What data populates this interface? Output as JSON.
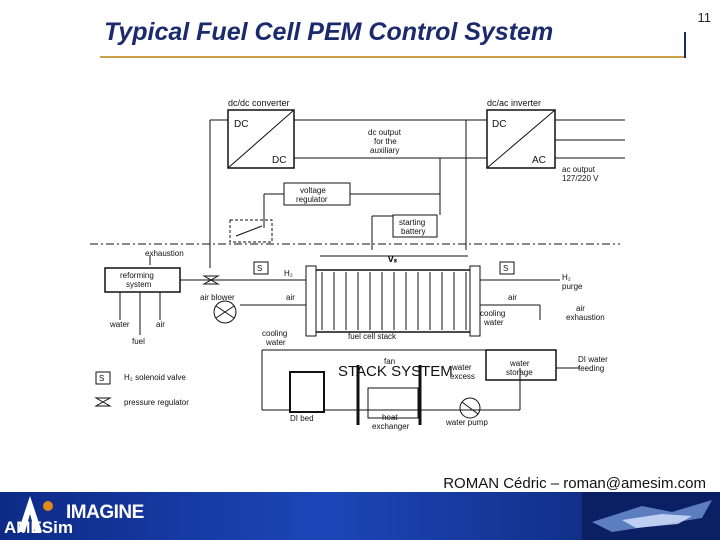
{
  "slide": {
    "title": "Typical Fuel Cell PEM Control System",
    "page_number": "11",
    "author": "ROMAN Cédric – roman@amesim.com"
  },
  "branding": {
    "logo_text": "AMESim",
    "partner_text": "IMAGINE",
    "footer_color": "#1c46b8",
    "title_color": "#1a2a6c"
  },
  "diagram": {
    "dcdc_converter": "dc/dc converter",
    "dcac_inverter": "dc/ac inverter",
    "dc_in": "DC",
    "dc_out": "DC",
    "dc_in2": "DC",
    "ac_out": "AC",
    "dc_output_1": "dc output",
    "dc_output_2": "for the",
    "dc_output_3": "auxiliary",
    "ac_output_1": "ac output",
    "ac_output_2": "127/220 V",
    "voltage_regulator_1": "voltage",
    "voltage_regulator_2": "regulator",
    "starting_battery_1": "starting",
    "starting_battery_2": "battery",
    "exhaustion": "exhaustion",
    "reforming_system_1": "reforming",
    "reforming_system_2": "system",
    "h2": "H₂",
    "vs": "vₛ",
    "h2_purge_1": "H₂",
    "h2_purge_2": "purge",
    "air_blower": "air blower",
    "air_1": "air",
    "air_2": "air",
    "air_exhaustion_1": "air",
    "air_exhaustion_2": "exhaustion",
    "water": "water",
    "air_small": "air",
    "fuel": "fuel",
    "fuel_cell_stack": "fuel cell stack",
    "cooling_water_left_1": "cooling",
    "cooling_water_left_2": "water",
    "cooling_water_right_1": "cooling",
    "cooling_water_right_2": "water",
    "stack_system": "STACK SYSTEM",
    "fan": "fan",
    "water_excess_1": "water",
    "water_excess_2": "excess",
    "water_storage_1": "water",
    "water_storage_2": "storage",
    "di_water_1": "DI water",
    "di_water_2": "feeding",
    "legend_solenoid": "H₂ solenoid valve",
    "legend_regulator": "pressure regulator",
    "di_bed": "DI bed",
    "heat_exchanger_1": "heat",
    "heat_exchanger_2": "exchanger",
    "water_pump": "water pump",
    "s_label": "S"
  }
}
